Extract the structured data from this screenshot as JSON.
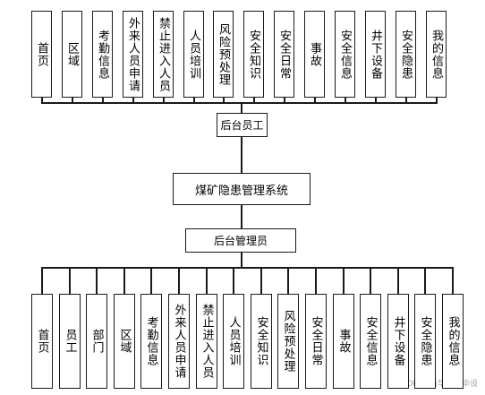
{
  "top_modules": [
    "首页",
    "区域",
    "考勤信息",
    "外来人员申请",
    "禁止进入人员",
    "人员培训",
    "风险预处理",
    "安全知识",
    "安全日常",
    "事故",
    "安全信息",
    "井下设备",
    "安全隐患",
    "我的信息"
  ],
  "top_role": "后台员工",
  "system": "煤矿隐患管理系统",
  "bottom_role": "后台管理员",
  "bottom_modules": [
    "首页",
    "员工",
    "部门",
    "区域",
    "考勤信息",
    "外来人员申请",
    "禁止进入人员",
    "人员培训",
    "安全知识",
    "风险预处理",
    "安全日常",
    "事故",
    "安全信息",
    "井下设备",
    "安全隐患",
    "我的信息"
  ],
  "watermark": "CSDN @新华程序毕设"
}
